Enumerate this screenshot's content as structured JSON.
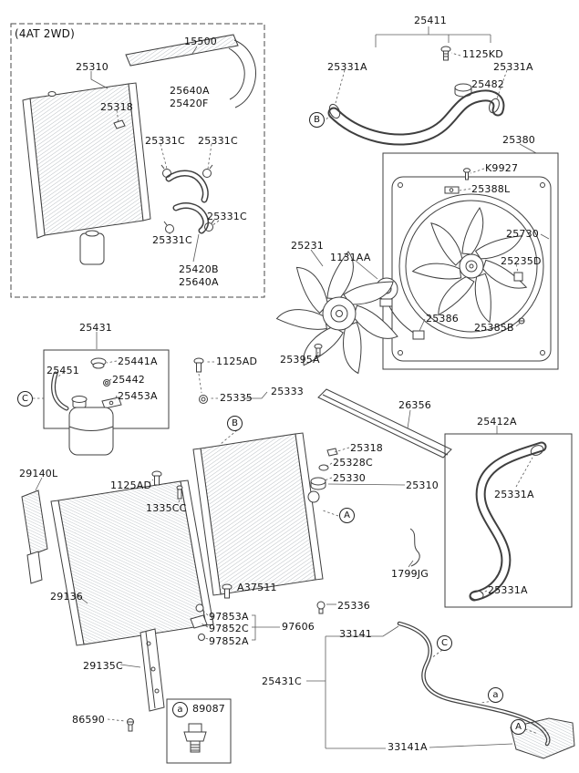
{
  "variant": "(4AT 2WD)",
  "parts": {
    "p15500": "15500",
    "p25310": "25310",
    "p25318": "25318",
    "p25640A": "25640A",
    "p25420F": "25420F",
    "p25331C": "25331C",
    "p25420B": "25420B",
    "p25411": "25411",
    "p1125KD": "1125KD",
    "p25331A": "25331A",
    "p25482": "25482",
    "p25380": "25380",
    "pK9927": "K9927",
    "p25388L": "25388L",
    "p25730": "25730",
    "p25235D": "25235D",
    "p25231": "25231",
    "p1131AA": "1131AA",
    "p25386": "25386",
    "p25385B": "25385B",
    "p25395A": "25395A",
    "p25431": "25431",
    "p25441A": "25441A",
    "p25451": "25451",
    "p25442": "25442",
    "p25453A": "25453A",
    "p1125AD": "1125AD",
    "p25335": "25335",
    "p25333": "25333",
    "p26356": "26356",
    "p25412A": "25412A",
    "p29140L": "29140L",
    "p1335CC": "1335CC",
    "p29136": "29136",
    "p29135C": "29135C",
    "p86590": "86590",
    "p25328C": "25328C",
    "p25330": "25330",
    "p1799JG": "1799JG",
    "pA37511": "A37511",
    "p25336": "25336",
    "p97853A": "97853A",
    "p97852C": "97852C",
    "p97852A": "97852A",
    "p97606": "97606",
    "p33141": "33141",
    "p25431C": "25431C",
    "p33141A": "33141A",
    "p89087": "89087"
  },
  "callouts": {
    "A": "A",
    "B": "B",
    "C": "C",
    "a": "a"
  },
  "colors": {
    "line": "#3f3f3f",
    "hatch": "#8b949a",
    "label": "#111111",
    "background": "#ffffff"
  }
}
